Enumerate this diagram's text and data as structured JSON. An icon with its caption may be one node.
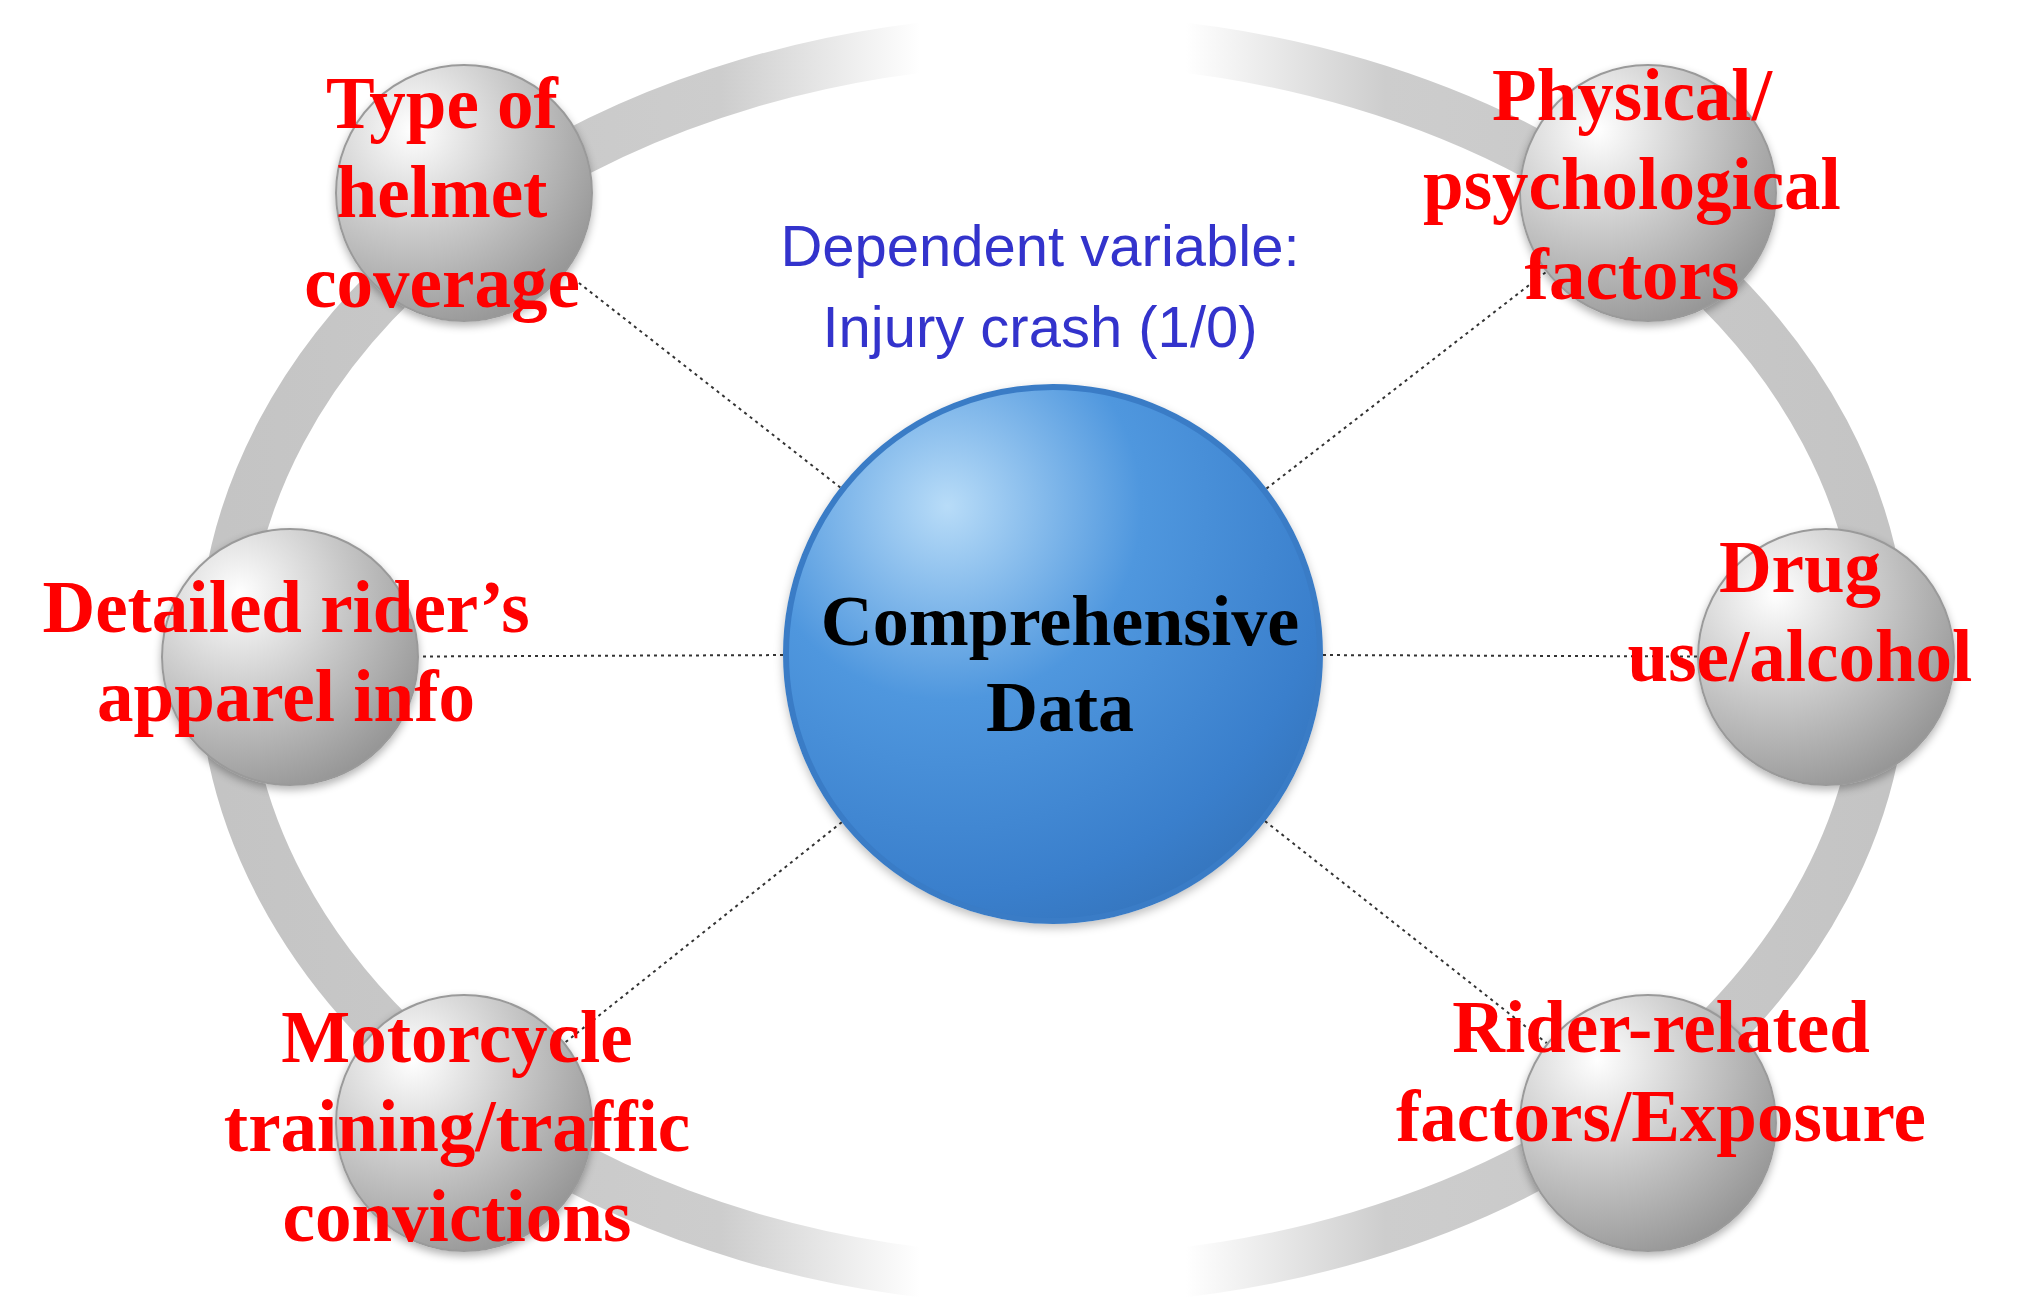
{
  "diagram": {
    "nodes": [
      {
        "text": [
          "Type of helmet coverage"
        ]
      },
      {
        "text": [
          "Physical/ psychological factors"
        ]
      },
      {
        "text": [
          "Comprehensive Data"
        ]
      },
      {
        "text": [
          "Detailed rider’s apparel info"
        ]
      },
      {
        "text": [
          "Drug use/alcohol"
        ]
      },
      {
        "text": [
          "Motorcycle training/traffic convictions"
        ]
      },
      {
        "text": [
          "Rider-related factors/Exposure"
        ]
      }
    ],
    "edges": [
      {
        "from": 2,
        "to": 0,
        "arrow": "none",
        "style": "dashed"
      },
      {
        "from": 2,
        "to": 1,
        "arrow": "none",
        "style": "dashed"
      },
      {
        "from": 2,
        "to": 3,
        "arrow": "none",
        "style": "dashed"
      },
      {
        "from": 2,
        "to": 4,
        "arrow": "none",
        "style": "dashed"
      },
      {
        "from": 2,
        "to": 5,
        "arrow": "none",
        "style": "dashed"
      },
      {
        "from": 2,
        "to": 6,
        "arrow": "none",
        "style": "dashed"
      }
    ],
    "labels": [
      "Dependent variable: Injury crash (1/0)"
    ]
  }
}
